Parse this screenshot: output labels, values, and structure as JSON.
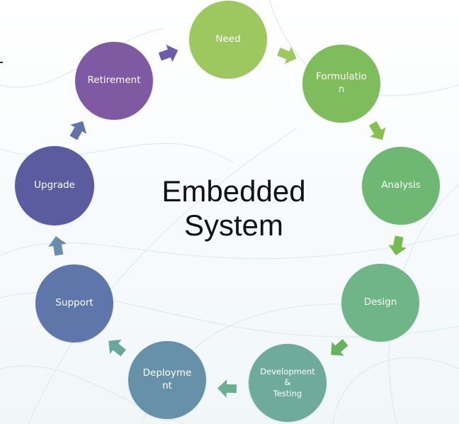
{
  "diagram": {
    "center_title": "Embedded\nSystem",
    "stages": [
      {
        "label": "Need",
        "color": "#9cc85f",
        "small": false
      },
      {
        "label": "Formulatio\nn",
        "color": "#7fbd5c",
        "small": false
      },
      {
        "label": "Analysis",
        "color": "#6fb874",
        "small": false
      },
      {
        "label": "Design",
        "color": "#6fb587",
        "small": false
      },
      {
        "label": "Development\n&\nTesting",
        "color": "#6fab9c",
        "small": true
      },
      {
        "label": "Deployme\nnt",
        "color": "#6691a9",
        "small": false
      },
      {
        "label": "Support",
        "color": "#5e76aa",
        "small": false
      },
      {
        "label": "Upgrade",
        "color": "#5a5c9f",
        "small": false
      },
      {
        "label": "Retirement",
        "color": "#7f5aa2",
        "small": false
      }
    ],
    "arrow_colors": [
      "#9cc85f",
      "#86c14f",
      "#74bb50",
      "#66b35e",
      "#6cb08f",
      "#6aa69e",
      "#6c8cab",
      "#6272ab",
      "#6e5ca8"
    ]
  }
}
